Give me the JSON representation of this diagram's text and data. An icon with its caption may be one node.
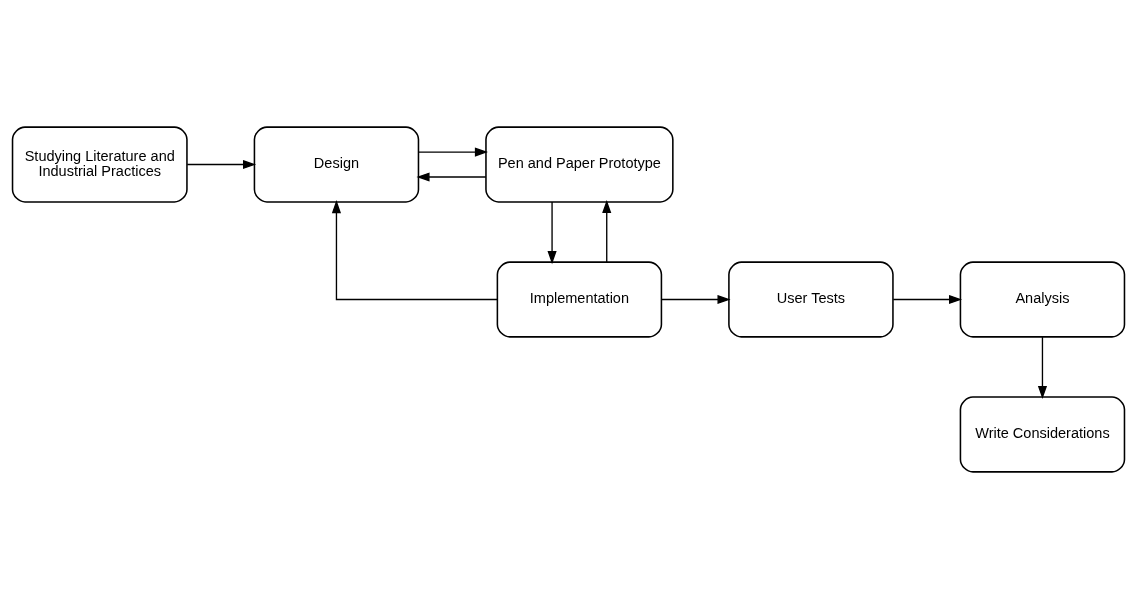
{
  "diagram": {
    "nodes": [
      {
        "text": [
          "Studying Literature and Industrial Practices"
        ]
      },
      {
        "text": [
          "Design"
        ]
      },
      {
        "text": [
          "Pen and Paper Prototype"
        ]
      },
      {
        "text": [
          "Analysis"
        ]
      },
      {
        "text": [
          "User Tests"
        ]
      },
      {
        "text": [
          "Implementation"
        ]
      },
      {
        "text": [
          "Write Considerations"
        ]
      }
    ],
    "edges": [
      {
        "from": 0,
        "to": 1,
        "arrow": "to"
      },
      {
        "from": 1,
        "to": 2,
        "arrow": "to"
      },
      {
        "from": 2,
        "to": 1,
        "arrow": "to"
      },
      {
        "from": 5,
        "to": 1,
        "arrow": "to"
      },
      {
        "from": 5,
        "to": 2,
        "arrow": "to"
      },
      {
        "from": 2,
        "to": 5,
        "arrow": "to"
      },
      {
        "from": 5,
        "to": 4,
        "arrow": "to"
      },
      {
        "from": 4,
        "to": 3,
        "arrow": "to"
      },
      {
        "from": 3,
        "to": 6,
        "arrow": "to"
      }
    ]
  }
}
